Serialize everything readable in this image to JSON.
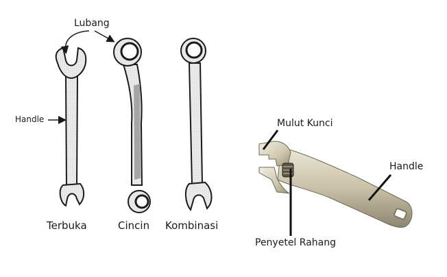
{
  "left_panel": {
    "labels": {
      "hole": "Lubang",
      "handle": "Handle"
    },
    "wrenches": [
      {
        "type": "open-end",
        "caption": "Terbuka"
      },
      {
        "type": "ring",
        "caption": "Cincin"
      },
      {
        "type": "combination",
        "caption": "Kombinasi"
      }
    ]
  },
  "right_panel": {
    "labels": {
      "jaw": "Mulut Kunci",
      "handle": "Handle",
      "adjuster": "Penyetel Rahang"
    }
  },
  "colors": {
    "outline": "#1a1a1a",
    "sketch_fill": "#e6e6e6",
    "metal_light": "#d9d4c0",
    "metal_mid": "#b9b29a",
    "metal_dark": "#7d7663",
    "text": "#1a1a1a"
  }
}
